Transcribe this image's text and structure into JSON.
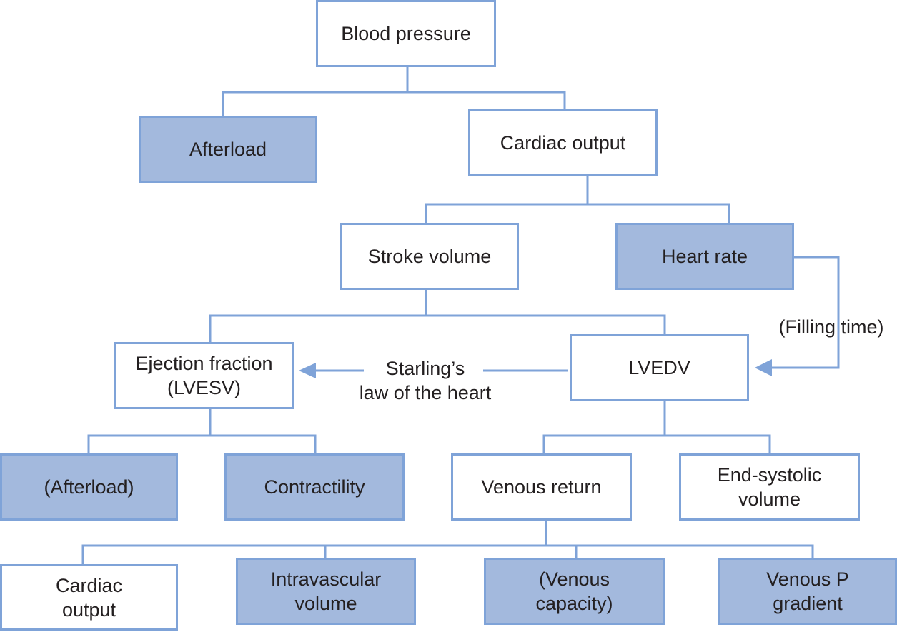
{
  "diagram": {
    "title": "Determinants of blood pressure",
    "colors": {
      "line": "#7fa3d8",
      "highlight_fill": "#a3b9dd",
      "plain_fill": "#ffffff",
      "text": "#231f20"
    },
    "nodes": {
      "blood_pressure": {
        "text": "Blood pressure",
        "highlighted": false
      },
      "afterload": {
        "text": "Afterload",
        "highlighted": true
      },
      "cardiac_output": {
        "text": "Cardiac output",
        "highlighted": false
      },
      "stroke_volume": {
        "text": "Stroke volume",
        "highlighted": false
      },
      "heart_rate": {
        "text": "Heart rate",
        "highlighted": true
      },
      "ejection_fraction": {
        "text": "Ejection fraction\n(LVESV)",
        "highlighted": false
      },
      "lvedv": {
        "text": "LVEDV",
        "highlighted": false
      },
      "afterload_paren": {
        "text": "(Afterload)",
        "highlighted": true
      },
      "contractility": {
        "text": "Contractility",
        "highlighted": true
      },
      "venous_return": {
        "text": "Venous return",
        "highlighted": false
      },
      "end_systolic_volume": {
        "text": "End-systolic\nvolume",
        "highlighted": false
      },
      "cardiac_output_2": {
        "text": "Cardiac\noutput",
        "highlighted": false
      },
      "intravascular_volume": {
        "text": "Intravascular\nvolume",
        "highlighted": true
      },
      "venous_capacity": {
        "text": "(Venous\ncapacity)",
        "highlighted": true
      },
      "venous_p_gradient": {
        "text": "Venous P\ngradient",
        "highlighted": true
      }
    },
    "labels": {
      "starling": "Starling’s\nlaw of the heart",
      "filling_time": "(Filling time)"
    },
    "edges": [
      {
        "from": "blood_pressure",
        "to": "afterload",
        "type": "tree"
      },
      {
        "from": "blood_pressure",
        "to": "cardiac_output",
        "type": "tree"
      },
      {
        "from": "cardiac_output",
        "to": "stroke_volume",
        "type": "tree"
      },
      {
        "from": "cardiac_output",
        "to": "heart_rate",
        "type": "tree"
      },
      {
        "from": "stroke_volume",
        "to": "ejection_fraction",
        "type": "tree"
      },
      {
        "from": "stroke_volume",
        "to": "lvedv",
        "type": "tree"
      },
      {
        "from": "ejection_fraction",
        "to": "afterload_paren",
        "type": "tree"
      },
      {
        "from": "ejection_fraction",
        "to": "contractility",
        "type": "tree"
      },
      {
        "from": "lvedv",
        "to": "venous_return",
        "type": "tree"
      },
      {
        "from": "lvedv",
        "to": "end_systolic_volume",
        "type": "tree"
      },
      {
        "from": "venous_return",
        "to": "cardiac_output_2",
        "type": "tree"
      },
      {
        "from": "venous_return",
        "to": "intravascular_volume",
        "type": "tree"
      },
      {
        "from": "venous_return",
        "to": "venous_capacity",
        "type": "tree"
      },
      {
        "from": "venous_return",
        "to": "venous_p_gradient",
        "type": "tree"
      },
      {
        "from": "lvedv",
        "to": "ejection_fraction",
        "type": "arrow",
        "label": "starling"
      },
      {
        "from": "heart_rate",
        "to": "lvedv",
        "type": "arrow",
        "label": "filling_time"
      }
    ]
  }
}
